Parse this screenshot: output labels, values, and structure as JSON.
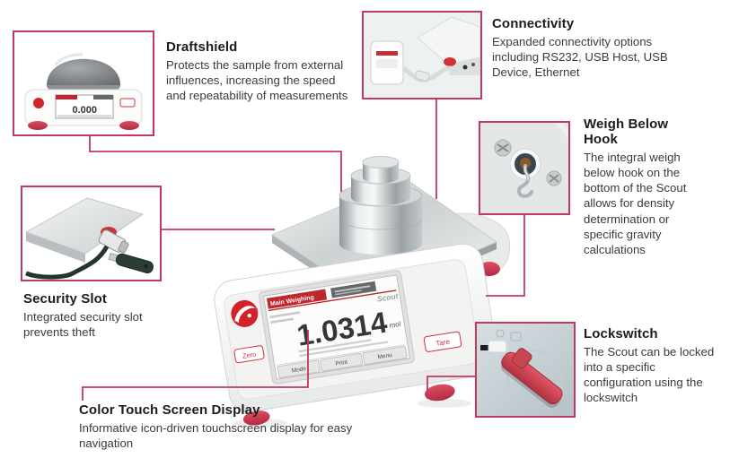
{
  "colors": {
    "accent": "#c23a5b",
    "ohaus_red": "#d2232a",
    "heading_text": "#1c1c1c",
    "body_text": "#3a3a3a"
  },
  "callouts": {
    "draftshield": {
      "title": "Draftshield",
      "description": "Protects the sample from external influences, increasing the speed and repeatability of measurements"
    },
    "connectivity": {
      "title": "Connectivity",
      "description": "Expanded connectivity options including RS232, USB Host, USB Device, Ethernet"
    },
    "weigh_below_hook": {
      "title": "Weigh Below Hook",
      "description": "The integral weigh below hook on the bottom of the Scout allows for density determination or specific gravity calculations"
    },
    "security_slot": {
      "title": "Security Slot",
      "description": "Integrated security slot prevents theft"
    },
    "lockswitch": {
      "title": "Lockswitch",
      "description": "The Scout can be locked into a specific configuration using the lockswitch"
    },
    "touchscreen": {
      "title": "Color Touch Screen Display",
      "description": "Informative icon-driven touchscreen display for easy navigation"
    }
  },
  "scale": {
    "brand": "Scout",
    "mode_banner": "Main Weighing",
    "reading": "1.0314",
    "unit": "mol",
    "touch_buttons": [
      "Mode",
      "Print",
      "Menu"
    ],
    "zero_button": "Zero",
    "tare_button": "Tare",
    "mini_reading": "0.000"
  }
}
